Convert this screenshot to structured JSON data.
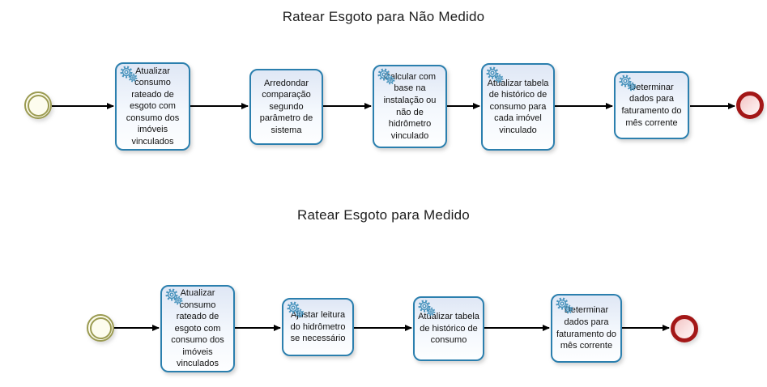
{
  "diagram": {
    "type": "bpmn-process",
    "flows": [
      {
        "title": "Ratear Esgoto para Não Medido",
        "start_event": {
          "type": "start",
          "color": "#9b9b52"
        },
        "tasks": [
          {
            "label": "Atualizar consumo rateado de esgoto com consumo dos imóveis vinculados",
            "icon": "service-gear-icon"
          },
          {
            "label": "Arredondar comparação segundo parâmetro de sistema",
            "icon": null
          },
          {
            "label": "Calcular com base na instalação ou não de hidrômetro vinculado",
            "icon": "service-gear-icon"
          },
          {
            "label": "Atualizar tabela de histórico de consumo para cada imóvel vinculado",
            "icon": "service-gear-icon"
          },
          {
            "label": "Determinar dados para faturamento do mês corrente",
            "icon": "service-gear-icon"
          }
        ],
        "end_event": {
          "type": "end",
          "color": "#a31717"
        }
      },
      {
        "title": "Ratear Esgoto para Medido",
        "start_event": {
          "type": "start",
          "color": "#9b9b52"
        },
        "tasks": [
          {
            "label": "Atualizar consumo rateado de esgoto com consumo dos imóveis vinculados",
            "icon": "service-gear-icon"
          },
          {
            "label": "Ajustar leitura do hidrômetro se necessário",
            "icon": "service-gear-icon"
          },
          {
            "label": "Atualizar tabela de histórico de consumo",
            "icon": "service-gear-icon"
          },
          {
            "label": "Determinar dados para faturamento do mês corrente",
            "icon": "service-gear-icon"
          }
        ],
        "end_event": {
          "type": "end",
          "color": "#a31717"
        }
      }
    ],
    "colors": {
      "task_border": "#2b7fae",
      "task_fill_top": "#dfe7f5",
      "task_fill_bottom": "#fdfeff",
      "start_event_ring": "#9b9b52",
      "start_event_fill": "#fdfcee",
      "end_event_ring": "#a31717",
      "end_event_fill": "#f2c4c4",
      "connector": "#000000",
      "gear_icon": "#4a94bd",
      "title_text": "#1d1d1d"
    }
  }
}
